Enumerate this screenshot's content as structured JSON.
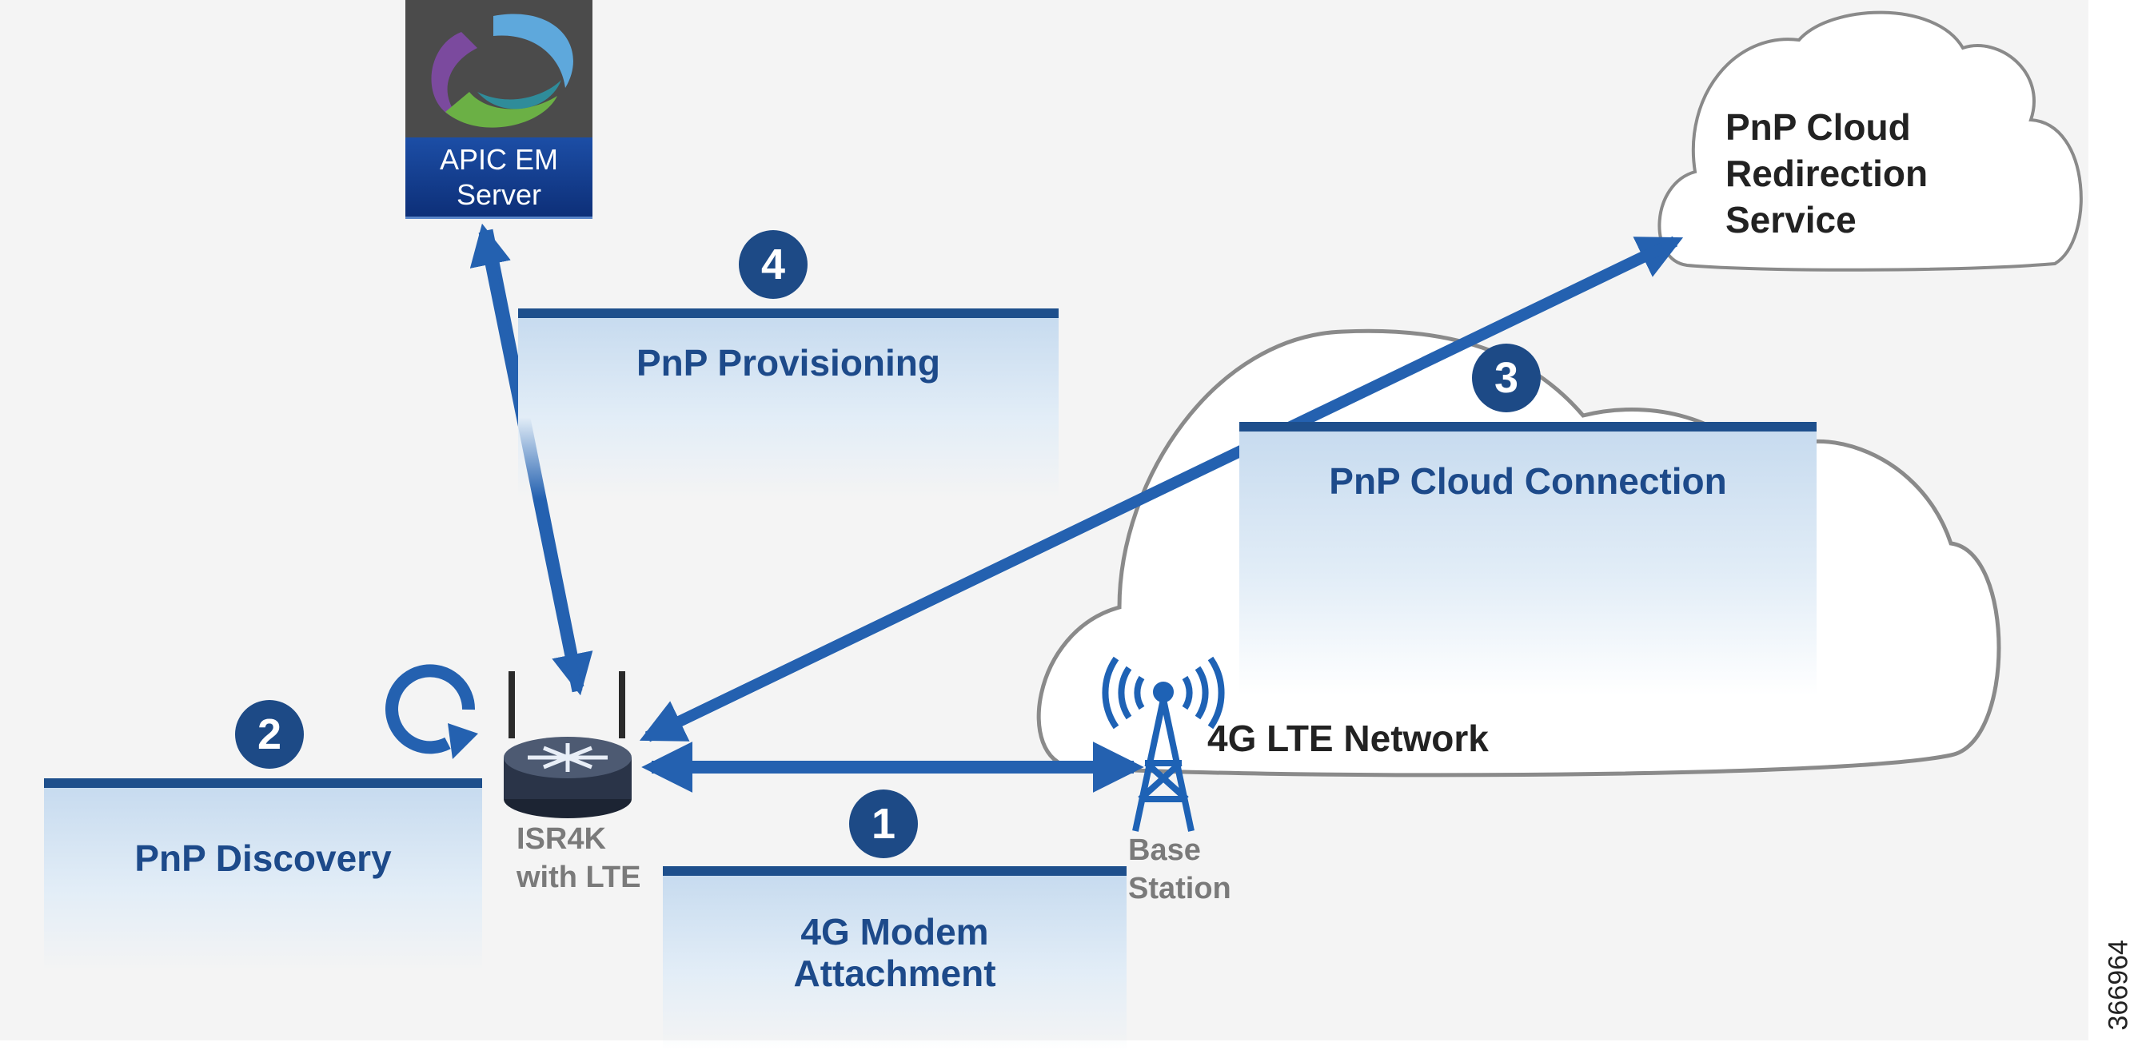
{
  "steps": {
    "s1": {
      "number": "1",
      "title": "4G Modem\nAttachment"
    },
    "s2": {
      "number": "2",
      "title": "PnP Discovery"
    },
    "s3": {
      "number": "3",
      "title": "PnP Cloud Connection"
    },
    "s4": {
      "number": "4",
      "title": "PnP Provisioning"
    }
  },
  "nodes": {
    "apic": "APIC EM\nServer",
    "router": "ISR4K\nwith LTE",
    "base_station": "Base\nStation",
    "redirect_cloud": "PnP Cloud\nRedirection\nService",
    "lte_network": "4G LTE Network"
  },
  "figure_number": "366964",
  "colors": {
    "accent": "#1e4f8c",
    "arrow": "#2461b0",
    "number_badge": "#1d4a86"
  }
}
